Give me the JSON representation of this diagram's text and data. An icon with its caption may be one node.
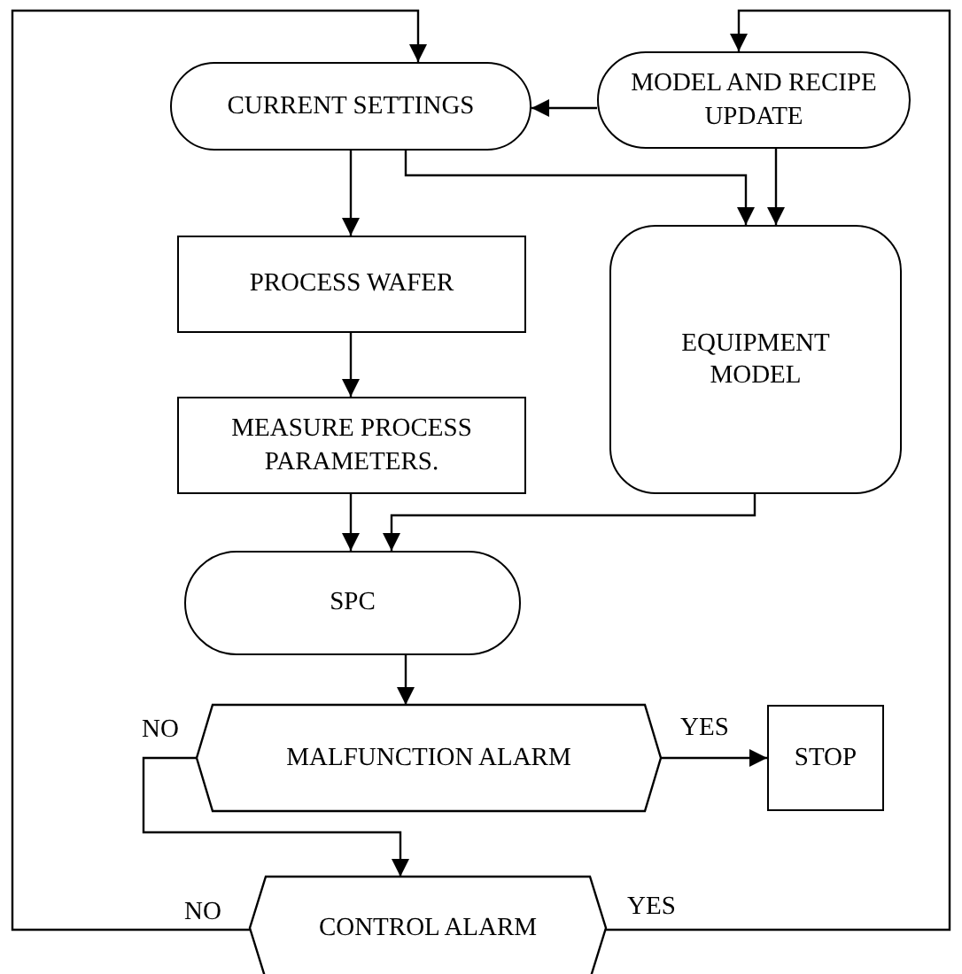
{
  "diagram": {
    "nodes": [
      {
        "text": [
          "CURRENT SETTINGS"
        ]
      },
      {
        "text": [
          "MODEL AND RECIPE UPDATE"
        ]
      },
      {
        "text": [
          "PROCESS WAFER"
        ]
      },
      {
        "text": [
          "MEASURE PROCESS PARAMETERS."
        ]
      },
      {
        "text": [
          "EQUIPMENT MODEL"
        ]
      },
      {
        "text": [
          "SPC"
        ]
      },
      {
        "text": [
          "MALFUNCTION ALARM"
        ]
      },
      {
        "text": [
          "STOP"
        ]
      },
      {
        "text": [
          "CONTROL ALARM"
        ]
      }
    ],
    "edges": [
      {
        "from": 0,
        "to": 2,
        "arrow": "to"
      },
      {
        "from": 0,
        "to": 4,
        "arrow": "to"
      },
      {
        "from": 1,
        "to": 0,
        "arrow": "to"
      },
      {
        "from": 1,
        "to": 4,
        "arrow": "to"
      },
      {
        "from": 2,
        "to": 3,
        "arrow": "to"
      },
      {
        "from": 3,
        "to": 5,
        "arrow": "to"
      },
      {
        "from": 4,
        "to": 5,
        "arrow": "to"
      },
      {
        "from": 5,
        "to": 6,
        "arrow": "to"
      },
      {
        "from": 6,
        "to": 7,
        "arrow": "to",
        "label": "YES"
      },
      {
        "from": 6,
        "to": 8,
        "arrow": "to",
        "label": "NO"
      },
      {
        "from": 8,
        "to": 0,
        "arrow": "to",
        "label": "NO"
      },
      {
        "from": 8,
        "to": 1,
        "arrow": "to",
        "label": "YES"
      }
    ]
  }
}
